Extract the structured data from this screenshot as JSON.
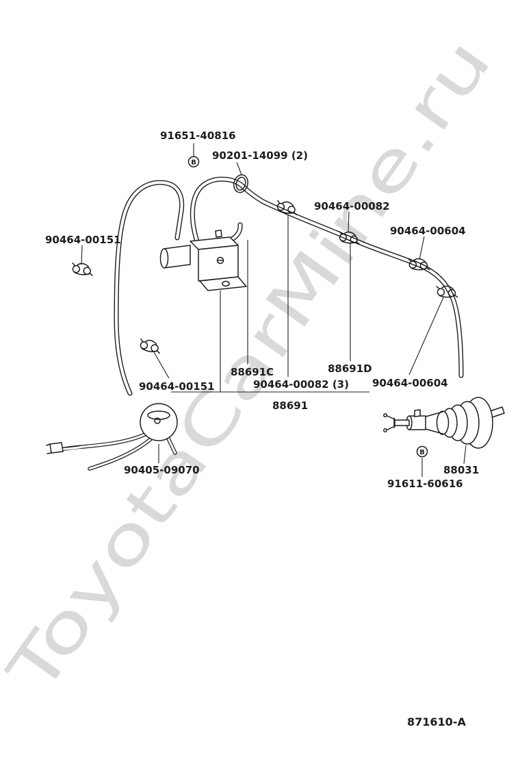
{
  "watermark": "ToyotaCarMine.ru",
  "diagram_code": "871610-A",
  "colors": {
    "line": "#1c1c1c",
    "watermark": "#d8d8d8",
    "background": "#ffffff"
  },
  "markers": [
    {
      "symbol": "B"
    },
    {
      "symbol": "B"
    }
  ],
  "labels": [
    {
      "text": "91651-40816"
    },
    {
      "text": "90201-14099 (2)"
    },
    {
      "text": "90464-00082"
    },
    {
      "text": "90464-00604"
    },
    {
      "text": "90464-00151"
    },
    {
      "text": "88691C"
    },
    {
      "text": "88691D"
    },
    {
      "text": "90464-00151"
    },
    {
      "text": "90464-00082 (3)"
    },
    {
      "text": "90464-00604"
    },
    {
      "text": "88691"
    },
    {
      "text": "90405-09070"
    },
    {
      "text": "88031"
    },
    {
      "text": "91611-60616"
    }
  ]
}
